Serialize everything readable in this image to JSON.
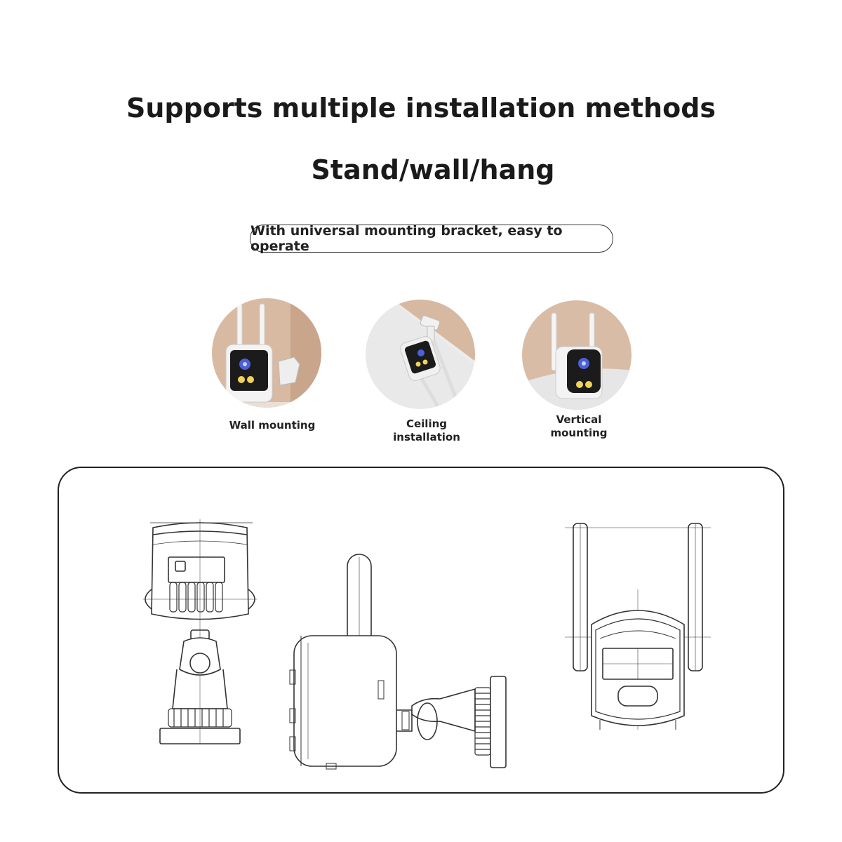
{
  "header": {
    "title": "Supports multiple installation methods",
    "subtitle": "Stand/wall/hang",
    "tagline": "With universal mounting bracket, easy to operate"
  },
  "methods": [
    {
      "label": "Wall mounting"
    },
    {
      "label": "Ceiling\ninstallation"
    },
    {
      "label": "Vertical\nmounting"
    }
  ],
  "colors": {
    "text": "#1a1a1a",
    "beige": "#d9bca6",
    "grey_bg": "#e6e6e6",
    "camera_white": "#f2f2f2",
    "camera_black": "#1b1b1b",
    "led_yellow": "#f2d35a",
    "lens_blue": "#4b5fd8"
  }
}
